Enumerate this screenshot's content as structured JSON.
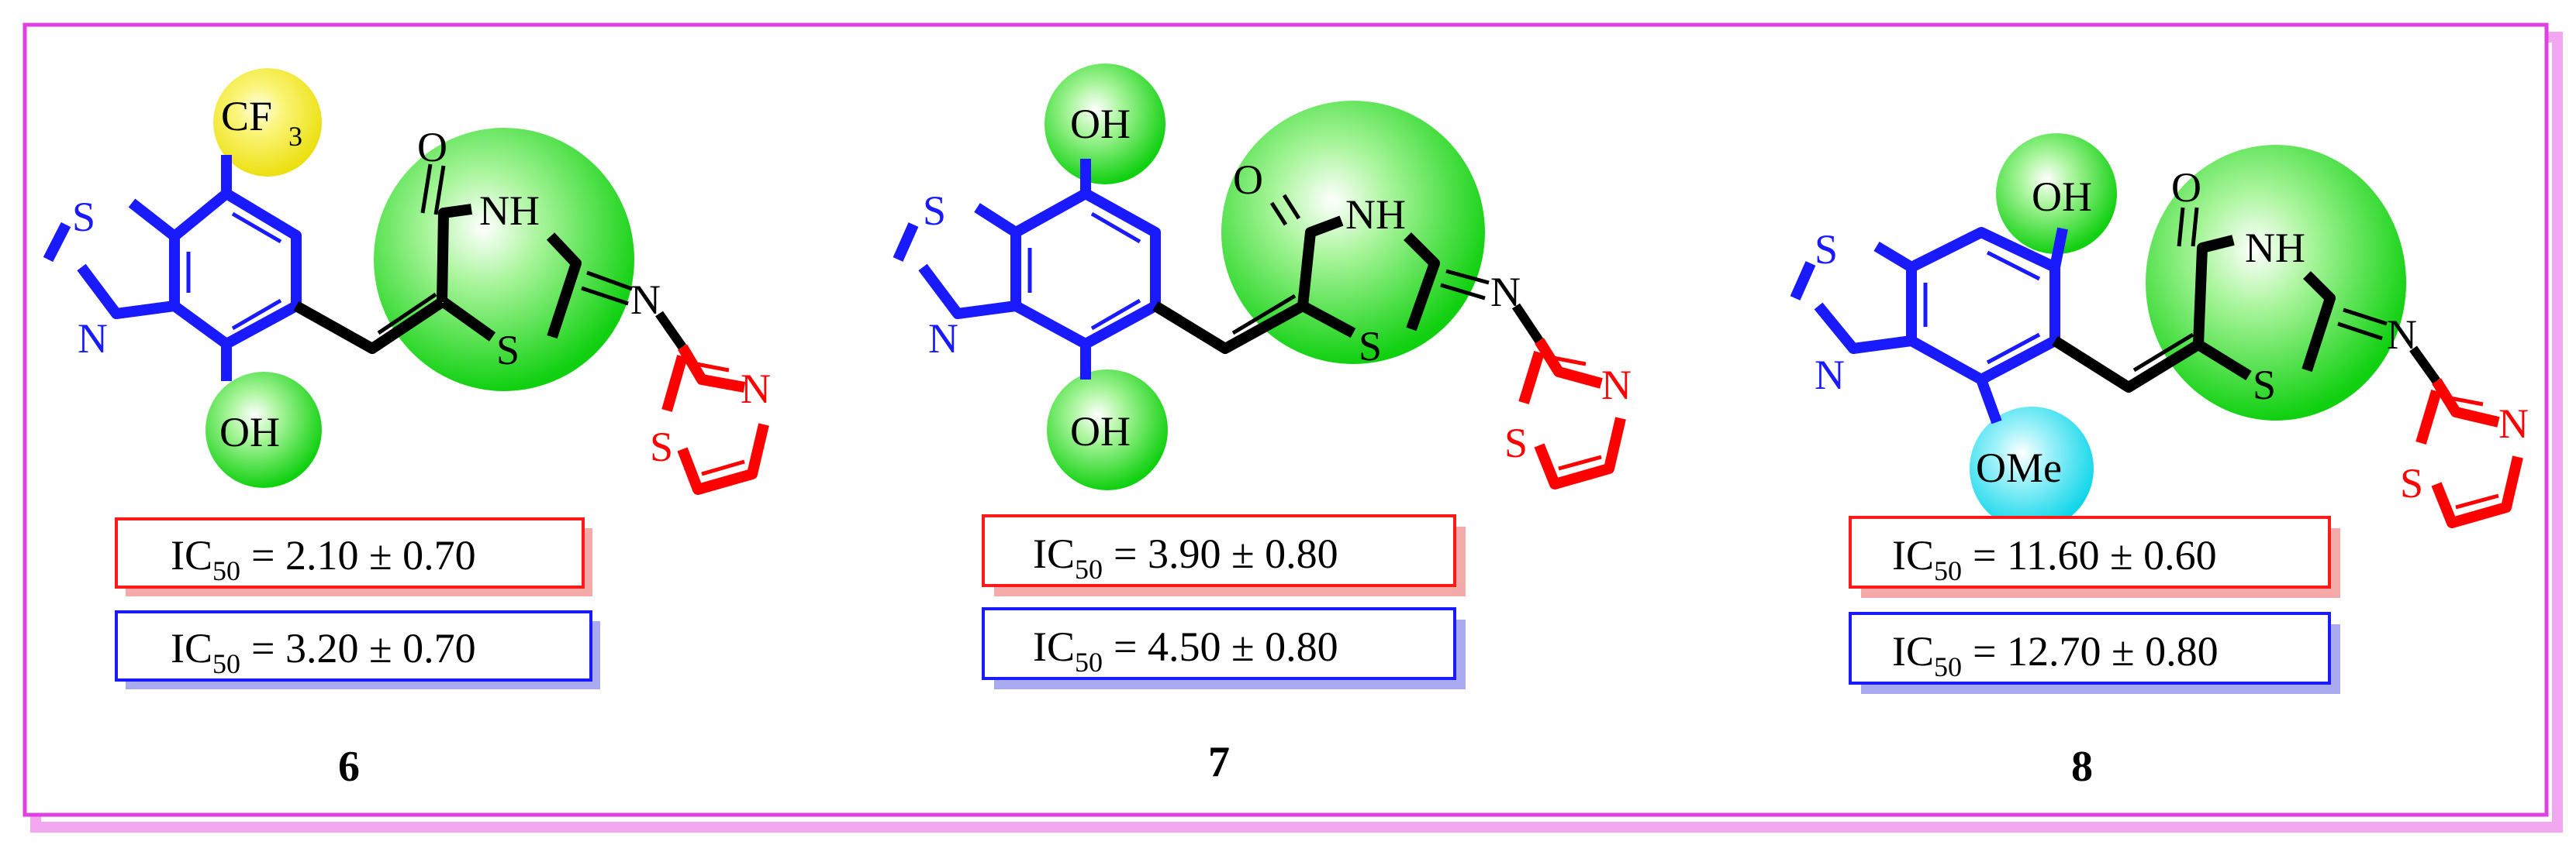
{
  "colors": {
    "frame": "#e040e0",
    "frame_shadow": "#f1a8f1",
    "benzothiazole": "#1a1aff",
    "thiazolidinone": "#000000",
    "thiazole": "#ff0000",
    "highlight_green": "#00dd00",
    "highlight_yellow": "#f4ec10",
    "highlight_cyan": "#10dcef",
    "ic50_box_1": "#ff1a1a",
    "ic50_box_1_shadow": "#f5aaaa",
    "ic50_box_2": "#1a1aff",
    "ic50_box_2_shadow": "#aaaaf0"
  },
  "compounds": [
    {
      "number": "6",
      "substituents": {
        "top": "CF",
        "top_sub": "3",
        "bottom": "OH"
      },
      "highlights": [
        "yellow",
        "green",
        "green"
      ],
      "ic50_label": "IC",
      "ic50_sub": "50",
      "ic50_values": [
        "= 2.10 ± 0.70",
        "= 3.20 ± 0.70"
      ]
    },
    {
      "number": "7",
      "substituents": {
        "top": "OH",
        "top_sub": "",
        "bottom": "OH"
      },
      "highlights": [
        "green",
        "green",
        "green"
      ],
      "ic50_label": "IC",
      "ic50_sub": "50",
      "ic50_values": [
        "= 3.90 ± 0.80",
        "= 4.50 ± 0.80"
      ]
    },
    {
      "number": "8",
      "substituents": {
        "top": "OH",
        "top_sub": "",
        "bottom": "OMe"
      },
      "highlights": [
        "green",
        "cyan",
        "green"
      ],
      "ic50_label": "IC",
      "ic50_sub": "50",
      "ic50_values": [
        "= 11.60 ± 0.60",
        "= 12.70 ± 0.80"
      ]
    }
  ],
  "atoms": {
    "S": "S",
    "N": "N",
    "O": "O",
    "NH": "NH"
  }
}
